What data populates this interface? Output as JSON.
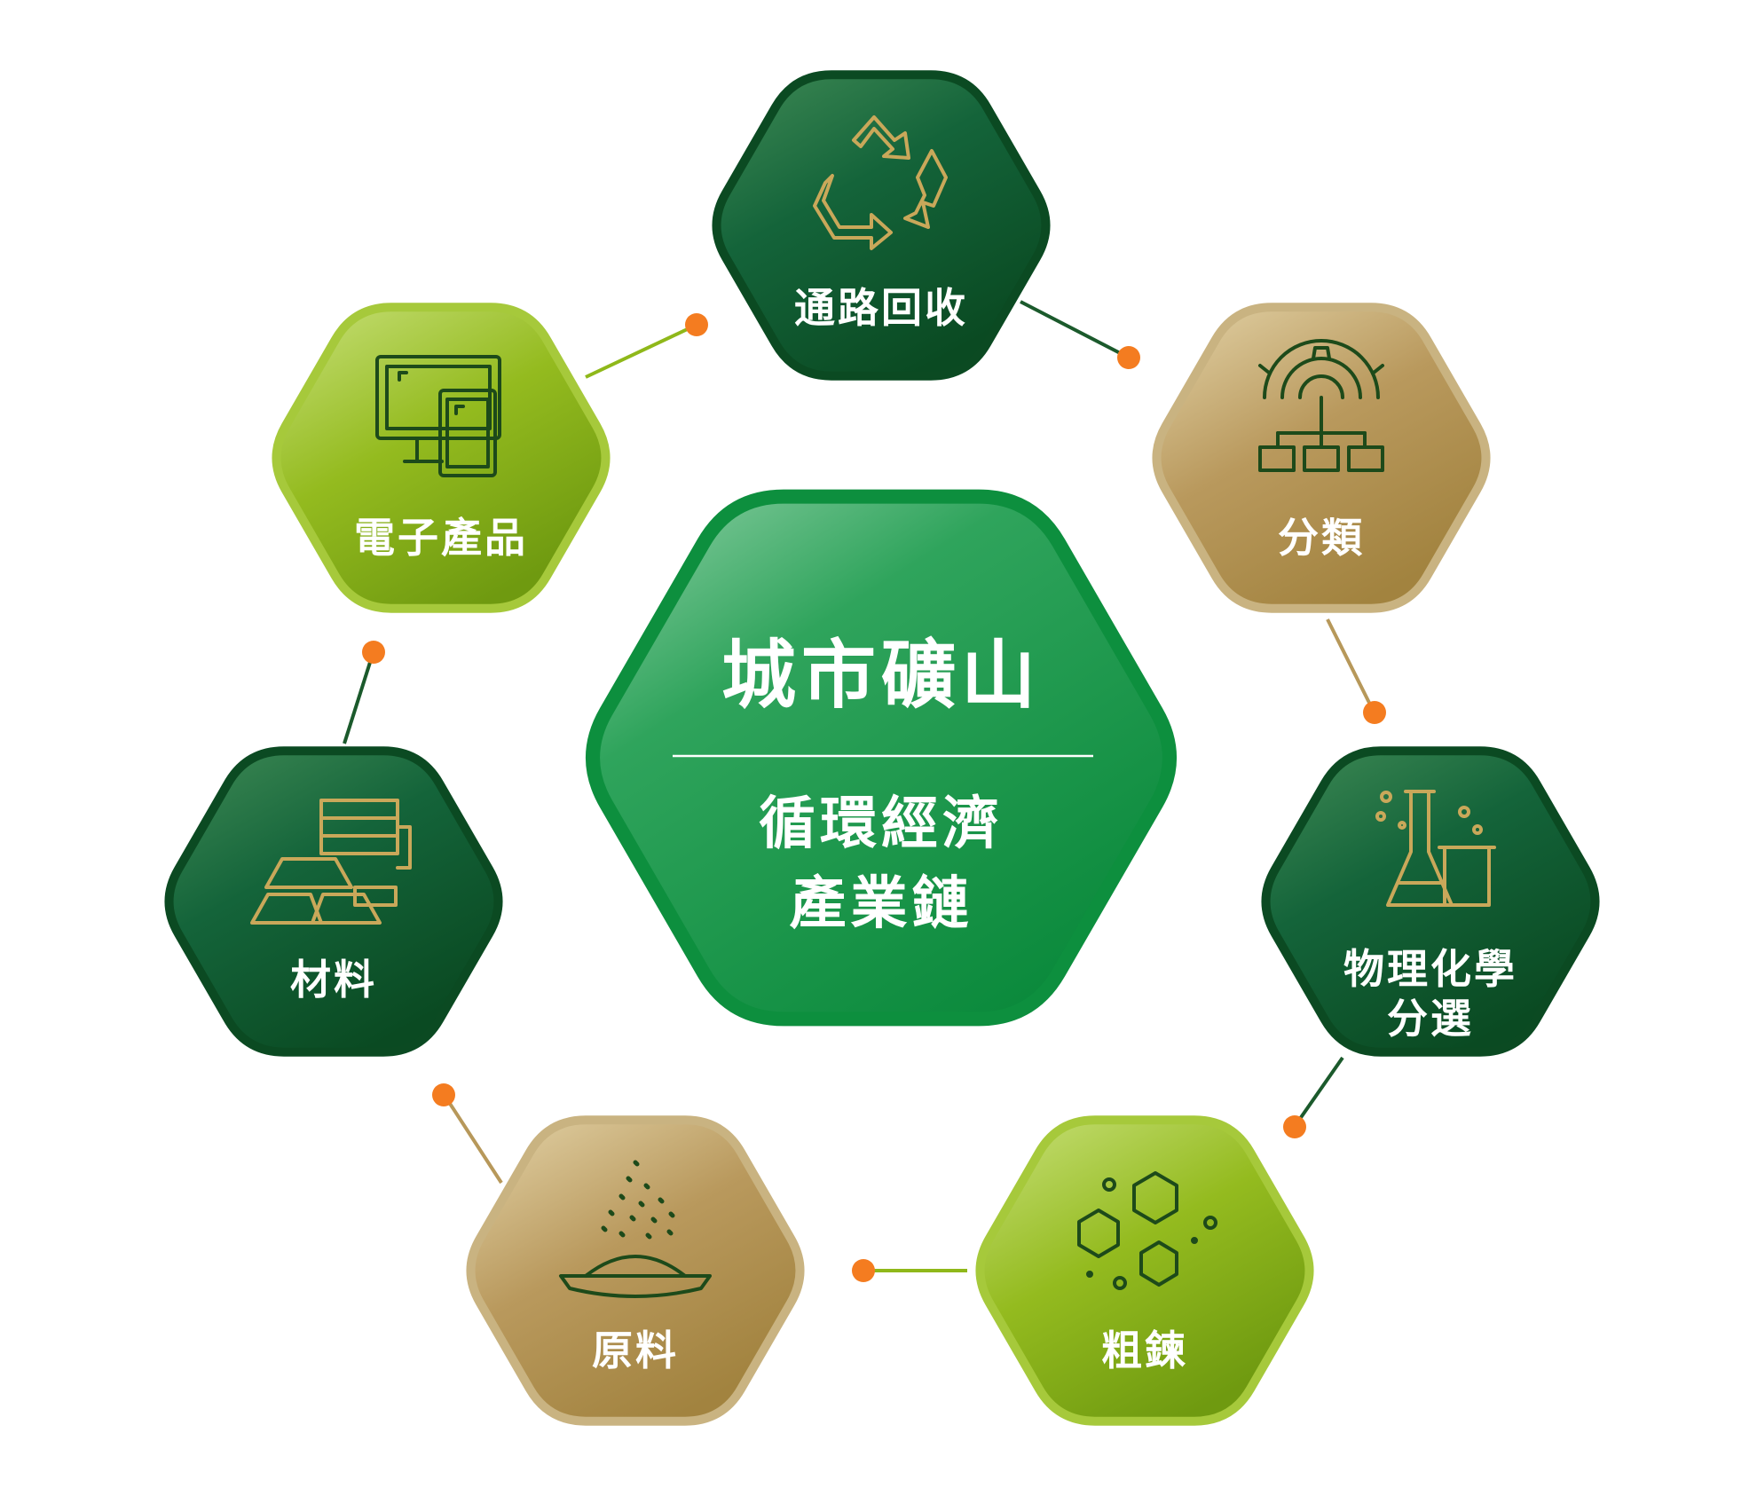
{
  "center": {
    "title": "城市礦山",
    "subtitle_line1": "循環經濟",
    "subtitle_line2": "產業鏈"
  },
  "nodes": [
    {
      "label": "通路回收",
      "icon": "recycle-icon",
      "theme": "dark-green"
    },
    {
      "label": "分類",
      "icon": "sorting-network-icon",
      "theme": "gold"
    },
    {
      "label_line1": "物理化學",
      "label_line2": "分選",
      "icon": "lab-flask-icon",
      "theme": "dark-green"
    },
    {
      "label": "粗鍊",
      "icon": "molecules-icon",
      "theme": "lime"
    },
    {
      "label": "原料",
      "icon": "powder-bowl-icon",
      "theme": "gold"
    },
    {
      "label": "材料",
      "icon": "metal-bars-icon",
      "theme": "dark-green"
    },
    {
      "label": "電子產品",
      "icon": "devices-icon",
      "theme": "lime"
    }
  ],
  "colors": {
    "dark_green": "#0f5a2c",
    "lime": "#8fb81a",
    "gold": "#b7985a",
    "center_green": "#0e8a3e",
    "connector_dot": "#f47c20",
    "icon_gold": "#c9a85a",
    "icon_dark": "#1d4a1a"
  }
}
